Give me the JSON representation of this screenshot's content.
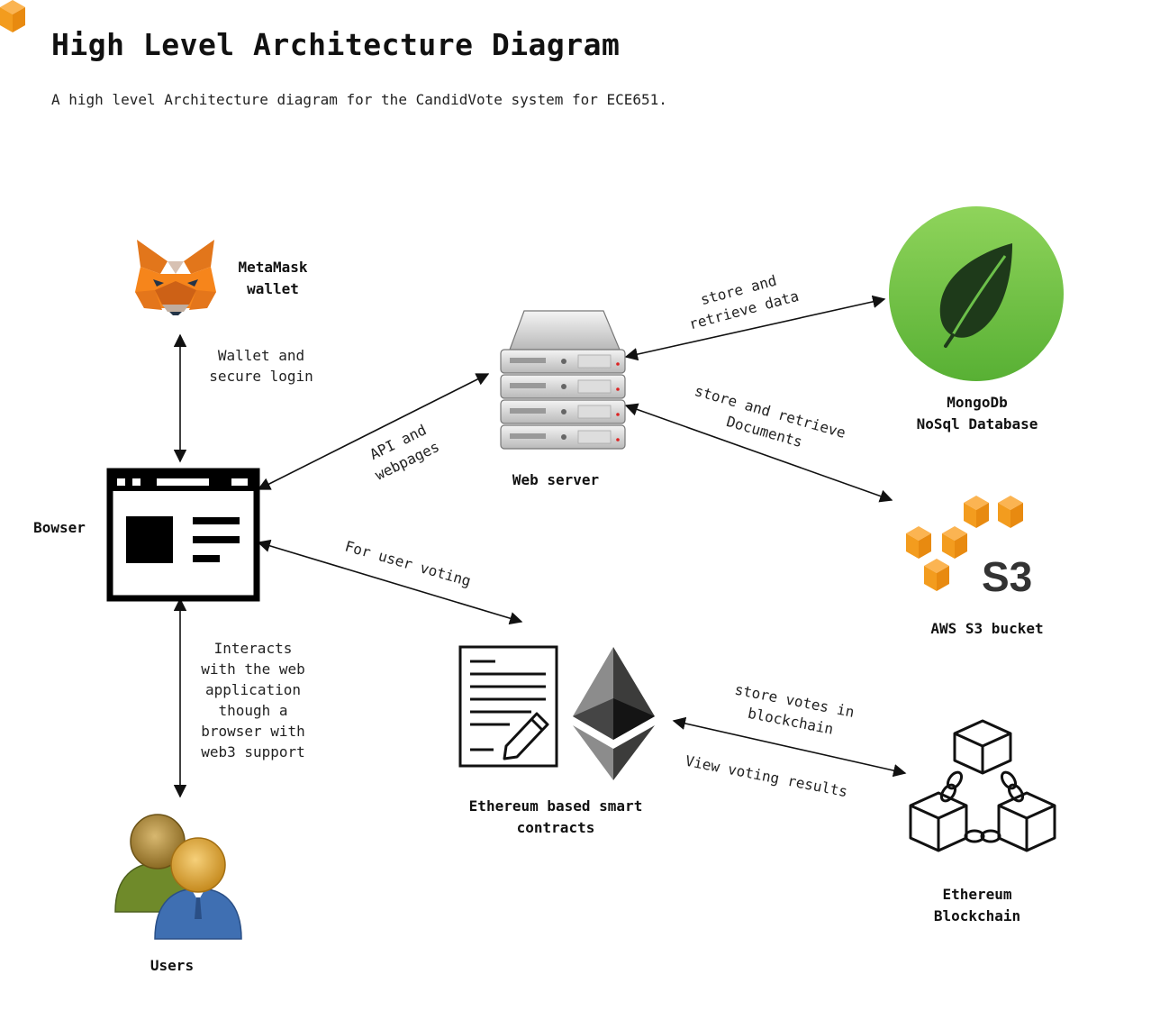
{
  "title": "High Level Architecture Diagram",
  "description": "A high level Architecture diagram for the CandidVote system for ECE651.",
  "nodes": {
    "metamask": {
      "label_line1": "MetaMask",
      "label_line2": "wallet",
      "icon": "metamask-fox-icon"
    },
    "browser": {
      "label": "Bowser",
      "icon": "browser-window-icon"
    },
    "web_server": {
      "label": "Web server",
      "icon": "server-rack-icon"
    },
    "mongodb": {
      "label_line1": "MongoDb",
      "label_line2": "NoSql Database",
      "icon": "mongodb-leaf-icon",
      "color": "#6cc04a"
    },
    "s3": {
      "label": "AWS S3 bucket",
      "icon": "aws-s3-icon",
      "logo_text": "S3",
      "color": "#f39c1e"
    },
    "smart_contracts": {
      "label_line1": "Ethereum based smart",
      "label_line2": "contracts",
      "icon": "contract-document-icon"
    },
    "ethereum_logo": {
      "icon": "ethereum-diamond-icon"
    },
    "blockchain": {
      "label_line1": "Ethereum",
      "label_line2": "Blockchain",
      "icon": "blockchain-icon"
    },
    "users": {
      "label": "Users",
      "icon": "users-icon"
    }
  },
  "edges": {
    "wallet_login": {
      "line1": "Wallet and",
      "line2": "secure login"
    },
    "api_webpages": {
      "line1": "API and",
      "line2": "webpages"
    },
    "store_data": {
      "line1": "store and",
      "line2": "retrieve data"
    },
    "store_documents": {
      "line1": "store and retrieve",
      "line2": "Documents"
    },
    "user_voting": {
      "line1": "For user voting"
    },
    "interacts": {
      "line1": "Interacts",
      "line2": "with the web",
      "line3": "application",
      "line4": "though a",
      "line5": "browser with",
      "line6": "web3 support"
    },
    "store_votes": {
      "line1": "store votes in",
      "line2": "blockchain"
    },
    "view_results": {
      "line1": "View voting results"
    }
  }
}
